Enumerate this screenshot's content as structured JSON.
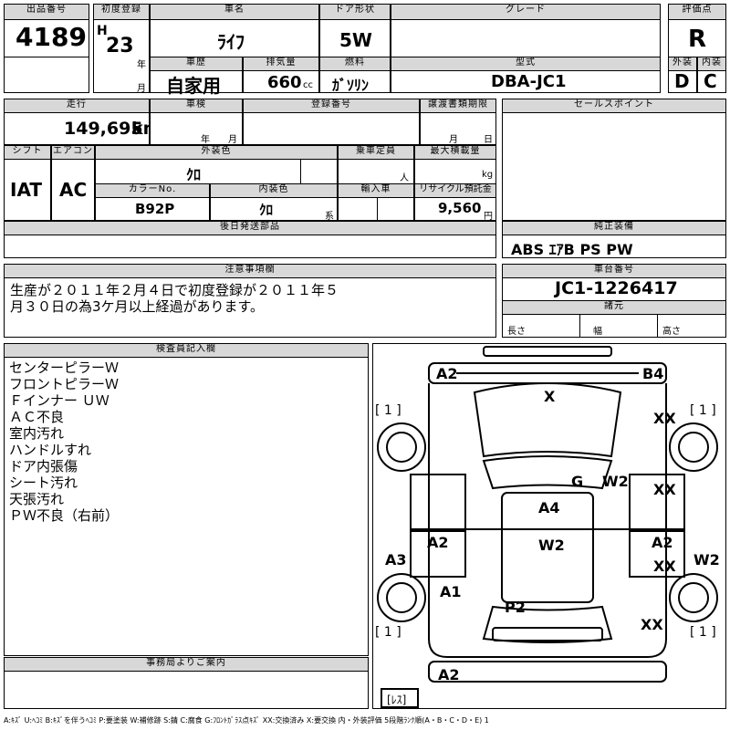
{
  "header": {
    "lot_no_label": "出品番号",
    "lot_no": "4189",
    "first_reg_label": "初度登録",
    "era": "H",
    "year": "23",
    "year_unit": "年",
    "month_unit": "月",
    "car_name_label": "車名",
    "car_name": "ﾗｲﾌ",
    "door_label": "ドア形状",
    "door": "5W",
    "grade_label": "グレード",
    "grade": "",
    "score_label": "評価点",
    "score": "R",
    "history_label": "車歴",
    "history": "自家用",
    "displacement_label": "排気量",
    "displacement": "660",
    "displacement_unit": "cc",
    "fuel_label": "燃料",
    "fuel": "ｶﾞｿﾘﾝ",
    "model_label": "型式",
    "model": "DBA-JC1",
    "exterior_label": "外装",
    "exterior": "D",
    "interior_label": "内装",
    "interior": "C"
  },
  "row2": {
    "mileage_label": "走行",
    "mileage": "149,695",
    "mileage_unit": "km",
    "inspection_label": "車検",
    "year_unit": "年",
    "month_unit": "月",
    "reg_no_label": "登録番号",
    "transfer_label": "譲渡書類期限",
    "day_unit": "日",
    "shift_label": "シフト",
    "shift": "IAT",
    "ac_label": "エアコン",
    "ac": "AC",
    "ext_color_label": "外装色",
    "ext_color": "ｸﾛ",
    "capacity_label": "乗車定員",
    "capacity_unit": "人",
    "load_label": "最大積載量",
    "load_unit": "kg",
    "color_no_label": "カラーNo.",
    "color_no": "B92P",
    "int_color_label": "内装色",
    "int_color": "ｸﾛ",
    "int_color_unit": "系",
    "import_label": "輸入車",
    "recycle_label": "リサイクル預託金",
    "recycle": "9,560",
    "recycle_unit": "円",
    "later_parts_label": "後日発送部品"
  },
  "sales": {
    "label": "セールスポイント"
  },
  "equipment": {
    "label": "純正装備",
    "value": "ABS ｴｱB PS PW"
  },
  "notes": {
    "label": "注意事項欄",
    "line1": "生産が２０１１年２月４日で初度登録が２０１１年５",
    "line2": "月３０日の為3ケ月以上経過があります。"
  },
  "chassis": {
    "label": "車台番号",
    "value": "JC1-1226417",
    "dims_label": "諸元",
    "length_label": "長さ",
    "width_label": "幅",
    "height_label": "高さ"
  },
  "inspector": {
    "label": "検査員記入欄",
    "items": [
      "センターピラーＷ",
      "フロントピラーＷ",
      "Ｆインナー ＵＷ",
      "ＡＣ不良",
      "室内汚れ",
      "ハンドルすれ",
      "ドア内張傷",
      "シート汚れ",
      "天張汚れ",
      "ＰＷ不良（右前）"
    ]
  },
  "office": {
    "label": "事務局よりご案内"
  },
  "diagram": {
    "marks": [
      "A2",
      "B4",
      "X",
      "XX",
      "G",
      "W2",
      "XX",
      "A4",
      "A2",
      "W2",
      "A2",
      "XX",
      "A3",
      "W2",
      "A1",
      "P2",
      "XX",
      "A2"
    ],
    "brackets": [
      "[ 1 ]",
      "[ 1 ]",
      "[ 1 ]",
      "[ 1 ]"
    ],
    "rear_label": "[ﾚｽ]"
  },
  "legend": "A:ｷｽﾞ U:ﾍｺﾐ B:ｷｽﾞを伴うﾍｺﾐ P:要塗装 W:補修跡 S:錆 C:腐食 G:ﾌﾛﾝﾄｶﾞﾗｽ点ｷｽﾞ XX:交換済み X:要交換  内・外装評価  5段階ﾗﾝｸ順(A・B・C・D・E) 1"
}
